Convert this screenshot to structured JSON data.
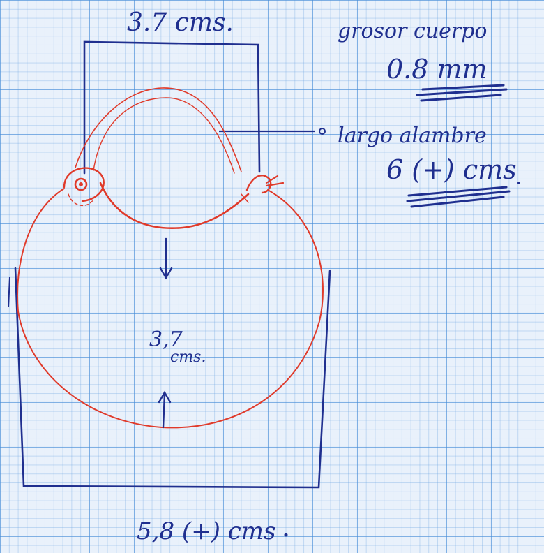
{
  "diagram": {
    "top_dimension": "3.7 cms.",
    "center_dimension_value": "3,7",
    "center_dimension_unit": "cms.",
    "bottom_dimension": "5,8 (+) cms",
    "wire_label": "grosor cuerpo",
    "wire_value": "0.8 mm",
    "length_label": "largo alambre",
    "length_value": "6 (+) cms",
    "colors": {
      "ink": "#1f2f8f",
      "wire": "#e03a2a",
      "paper": "#e9f1fb",
      "grid": "#468cd7"
    }
  }
}
